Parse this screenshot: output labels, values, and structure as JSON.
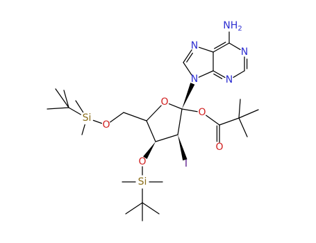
{
  "colors": {
    "bond": "#000000",
    "nitrogen": "#2d2ed1",
    "oxygen": "#d12020",
    "silicon": "#8a6d18",
    "iodine": "#5a1a8a"
  },
  "atoms": {
    "n_amine": {
      "symbol": "N",
      "sub": "H",
      "subscript": "2",
      "element": "nitrogen"
    },
    "n_ring_top_right": {
      "symbol": "N",
      "element": "nitrogen"
    },
    "n_ring_bottom": {
      "symbol": "N",
      "element": "nitrogen"
    },
    "n_imidazole_top": {
      "symbol": "N",
      "element": "nitrogen"
    },
    "n_glycosidic": {
      "symbol": "N",
      "element": "nitrogen"
    },
    "o_ring": {
      "symbol": "O",
      "element": "oxygen"
    },
    "o_ester": {
      "symbol": "O",
      "element": "oxygen"
    },
    "o_carbonyl": {
      "symbol": "O",
      "element": "oxygen"
    },
    "o_silyl_5": {
      "symbol": "O",
      "element": "oxygen"
    },
    "o_silyl_3": {
      "symbol": "O",
      "element": "oxygen"
    },
    "si_left": {
      "symbol": "Si",
      "element": "silicon"
    },
    "si_bottom": {
      "symbol": "Si",
      "element": "silicon"
    },
    "iodine": {
      "symbol": "I",
      "element": "iodine"
    }
  }
}
